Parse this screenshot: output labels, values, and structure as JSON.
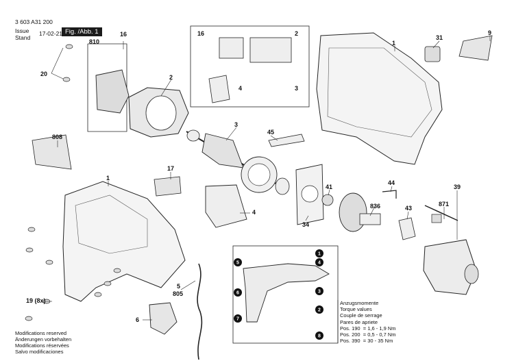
{
  "header": {
    "doc_number": "3 603 A31 200",
    "issue_label_1": "Issue",
    "issue_label_2": "Stand",
    "issue_date": "17-02-21",
    "figure_label": "Fig. /Abb. 1"
  },
  "callouts": {
    "c16_top": "16",
    "c810": "810",
    "c20": "20",
    "c2_left": "2",
    "c808": "808",
    "inset16": "16",
    "inset2": "2",
    "inset4": "4",
    "inset3": "3",
    "c1_top": "1",
    "c31": "31",
    "c9": "9",
    "c3_arm": "3",
    "c45": "45",
    "c17": "17",
    "c1_mid": "1",
    "c4": "4",
    "c41": "41",
    "c44": "44",
    "c39": "39",
    "c836": "836",
    "c871": "871",
    "c43": "43",
    "c34": "34",
    "c5": "5",
    "c805": "805",
    "c19": "19 (8x)",
    "c6": "6"
  },
  "legend_markers": [
    "1",
    "2",
    "3",
    "4",
    "5",
    "6",
    "7",
    "8"
  ],
  "torque": {
    "title_1": "Anzugsmomente",
    "title_2": "Torque values",
    "title_3": "Couple de serrage",
    "title_4": "Pares de apriete",
    "row1": "Pos. 190  = 1,6 - 1,9 Nm",
    "row2": "Pos. 200  = 0,5 - 0,7 Nm",
    "row3": "Pos. 390  = 30 - 35 Nm"
  },
  "notes": [
    "Modifications reserved",
    "Änderungen vorbehalten",
    "Modifications réservées",
    "Salvo modificaciones"
  ]
}
